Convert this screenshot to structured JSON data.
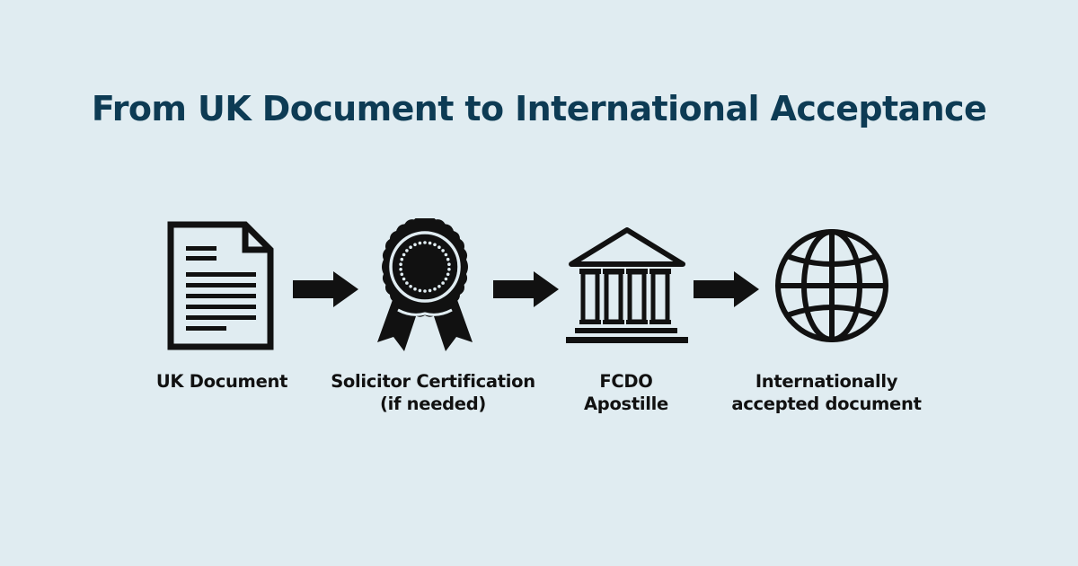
{
  "title": "From UK Document to International Acceptance",
  "colors": {
    "background": "#e0ecf1",
    "title": "#0d3b54",
    "icon": "#111111",
    "label": "#111111"
  },
  "steps": [
    {
      "icon": "document-icon",
      "label_lines": [
        "UK Document"
      ]
    },
    {
      "icon": "award-seal-icon",
      "label_lines": [
        "Solicitor Certification",
        "(if needed)"
      ]
    },
    {
      "icon": "government-building-icon",
      "label_lines": [
        "FCDO",
        "Apostille"
      ]
    },
    {
      "icon": "globe-icon",
      "label_lines": [
        "Internationally",
        "accepted document"
      ]
    }
  ],
  "connectors": [
    {
      "icon": "arrow-right-icon",
      "from": 0,
      "to": 1
    },
    {
      "icon": "arrow-right-icon",
      "from": 1,
      "to": 2
    },
    {
      "icon": "arrow-right-icon",
      "from": 2,
      "to": 3
    }
  ]
}
